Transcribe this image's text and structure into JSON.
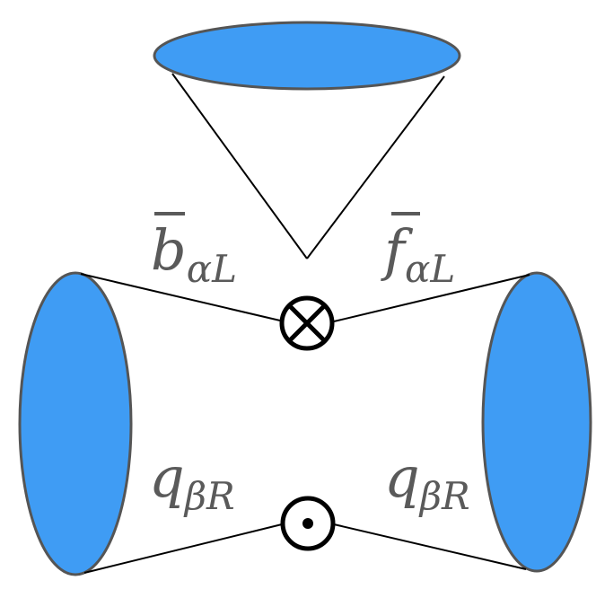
{
  "colors": {
    "blob_fill": "#3f9cf4",
    "blob_stroke": "#555555",
    "line": "#000000",
    "label": "#5a5a5a"
  },
  "labels": {
    "top_left": {
      "base": "b",
      "sub": "αL",
      "overline": true
    },
    "top_right": {
      "base": "f",
      "sub": "αL",
      "overline": true
    },
    "bottom_left": {
      "base": "q",
      "sub": "βR"
    },
    "bottom_right": {
      "base": "q",
      "sub": "βR"
    }
  },
  "vertices": {
    "top": {
      "symbol": "otimes-icon"
    },
    "bottom": {
      "symbol": "odot-icon"
    }
  }
}
